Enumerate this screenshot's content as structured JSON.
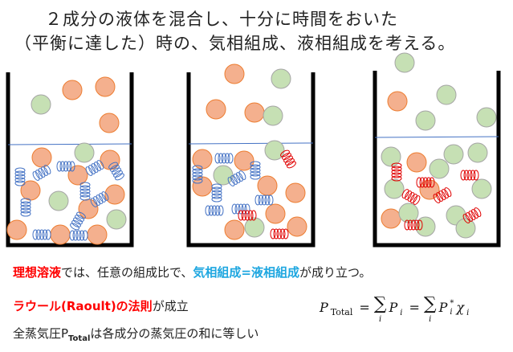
{
  "title": {
    "line1": "２成分の液体を混合し、十分に時間をおいた",
    "line2": "（平衡に達した）時の、気相組成、液相組成を考える。"
  },
  "colors": {
    "orange": "#f4b08e",
    "orange_edge": "#ed7d31",
    "green": "#c6e0b4",
    "green_edge": "#a5a5a5",
    "spring_blue": "#4472c4",
    "spring_red": "#e00000",
    "surface": "#4472c4"
  },
  "statements": {
    "ideal": {
      "highlight": "理想溶液",
      "mid": "では、任意の組成比で、",
      "highlight2": "気相組成=液相組成",
      "end": "が成り立つ。"
    },
    "raoult": {
      "highlight": "ラウール(Raoult)の法則",
      "end": "が成立"
    },
    "total": {
      "pre": "全蒸気圧P",
      "sub": "Total",
      "end": "は各成分の蒸気圧の和に等しい"
    }
  },
  "formula": {
    "P": "P",
    "total": "Total",
    "eq": "=",
    "sum": "∑",
    "i": "i",
    "Pi": "P",
    "star": "*",
    "chi": "χ"
  }
}
